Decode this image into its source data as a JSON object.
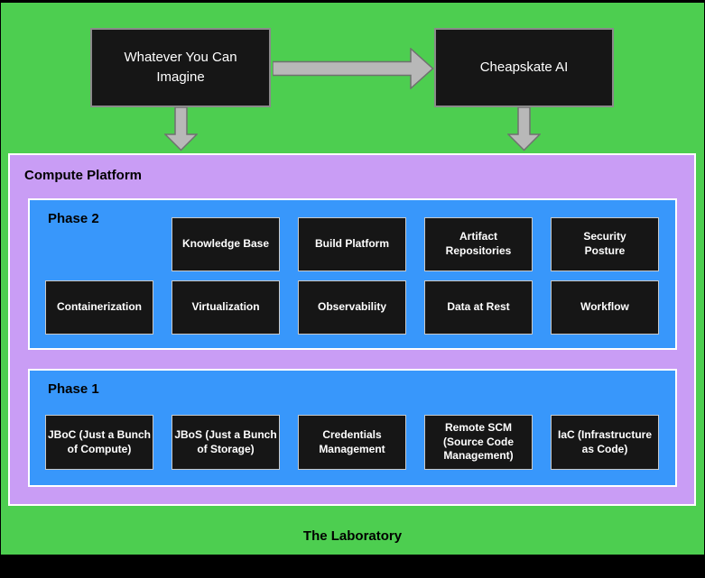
{
  "colors": {
    "frame_black": "#000000",
    "canvas_green": "#4dce50",
    "platform_purple": "#c99df5",
    "phase_blue": "#3897fb",
    "node_black": "#161616",
    "big_node_border": "#8a8a8a",
    "mini_node_border": "#c9c9c9",
    "container_border": "#ffffff",
    "arrow_fill": "#b8b8b8",
    "arrow_stroke": "#707070",
    "text_light": "#ffffff",
    "text_dark": "#000000"
  },
  "top_flow": {
    "source_label": "Whatever You Can\nImagine",
    "target_label": "Cheapskate AI"
  },
  "platform": {
    "title": "Compute Platform",
    "phase2": {
      "title": "Phase 2",
      "row1": [
        "Knowledge Base",
        "Build Platform",
        "Artifact\nRepositories",
        "Security\nPosture"
      ],
      "row2": [
        "Containerization",
        "Virtualization",
        "Observability",
        "Data at Rest",
        "Workflow"
      ]
    },
    "phase1": {
      "title": "Phase 1",
      "row1": [
        "JBoC (Just a Bunch\nof Compute)",
        "JBoS (Just a Bunch\nof Storage)",
        "Credentials\nManagement",
        "Remote SCM\n(Source Code\nManagement)",
        "IaC (Infrastructure\nas Code)"
      ]
    }
  },
  "footer": {
    "label": "The Laboratory"
  }
}
